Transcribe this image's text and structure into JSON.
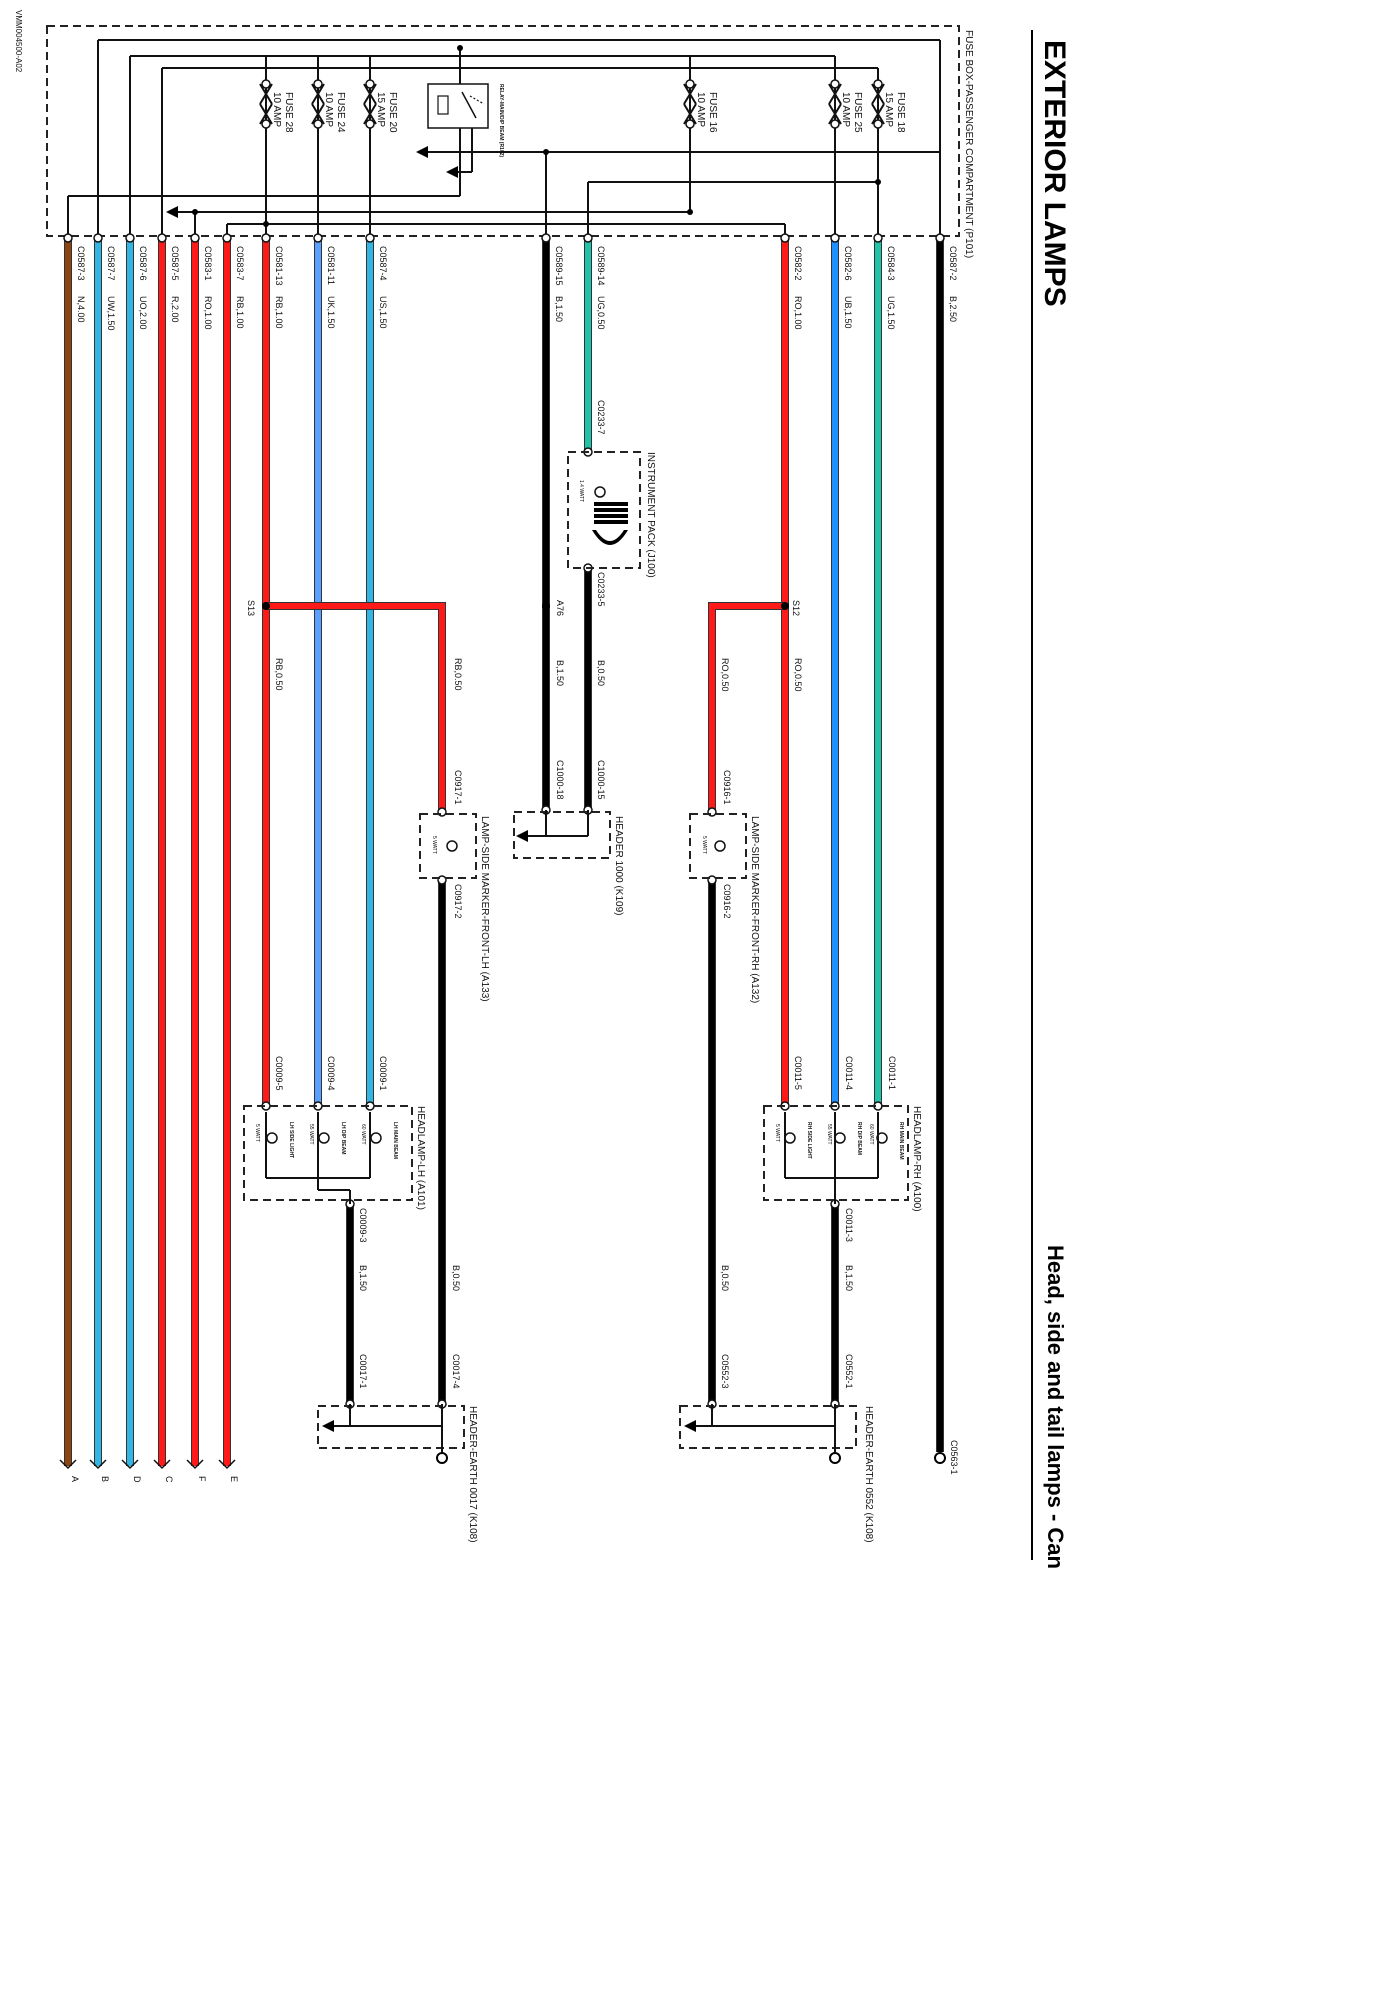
{
  "header": {
    "title": "EXTERIOR LAMPS",
    "subtitle": "Head, side and tail lamps - Canada",
    "drawing_id": "VMM004500-A02"
  },
  "fuse_box": {
    "label": "FUSE BOX-PASSENGER COMPARTMENT (P101)",
    "relay_label": "RELAY-MAIN/DIP BEAM (R102)"
  },
  "fuses": [
    {
      "name": "FUSE 28",
      "rating": "10 AMP"
    },
    {
      "name": "FUSE 24",
      "rating": "10 AMP"
    },
    {
      "name": "FUSE 20",
      "rating": "15 AMP"
    },
    {
      "name": "FUSE 16",
      "rating": "10 AMP"
    },
    {
      "name": "FUSE 25",
      "rating": "10 AMP"
    },
    {
      "name": "FUSE 18",
      "rating": "15 AMP"
    }
  ],
  "wires": [
    {
      "connector": "C0587-3",
      "code": "N,4.00",
      "color": "#8b4513"
    },
    {
      "connector": "C0587-7",
      "code": "UW,1.50",
      "color": "#33b5e5"
    },
    {
      "connector": "C0587-6",
      "code": "UO,2.00",
      "color": "#33b5e5"
    },
    {
      "connector": "C0587-5",
      "code": "R,2.00",
      "color": "#ff1a1a"
    },
    {
      "connector": "C0583-1",
      "code": "RO,1.00",
      "color": "#ff1a1a"
    },
    {
      "connector": "C0583-7",
      "code": "RB,1.00",
      "color": "#ff1a1a"
    },
    {
      "connector": "C0581-13",
      "code": "RB,1.00",
      "color": "#ff1a1a"
    },
    {
      "connector": "C0581-11",
      "code": "UK,1.50",
      "color": "#5aa0ff"
    },
    {
      "connector": "C0587-4",
      "code": "US,1.50",
      "color": "#33b5e5"
    },
    {
      "connector": "C0589-15",
      "code": "B,1.50",
      "color": "#000000"
    },
    {
      "connector": "C0589-14",
      "code": "UG,0.50",
      "color": "#22c3a8"
    },
    {
      "connector": "C0582-2",
      "code": "RO,1.00",
      "color": "#ff1a1a"
    },
    {
      "connector": "C0582-6",
      "code": "UB,1.50",
      "color": "#1e90ff"
    },
    {
      "connector": "C0584-3",
      "code": "UG,1.50",
      "color": "#22c3a8"
    },
    {
      "connector": "C0587-2",
      "code": "B,2.50",
      "color": "#000000"
    }
  ],
  "exits": [
    "A",
    "B",
    "D",
    "C",
    "F",
    "E"
  ],
  "components": {
    "instrument_pack": {
      "label": "INSTRUMENT PACK (J100)",
      "lamp": "1.4 WATT",
      "pin_in": "C0233-7",
      "pin_out": "C0233-5"
    },
    "header_1000": {
      "label": "HEADER 1000 (K109)",
      "pin_a": "C1000-18",
      "pin_b": "C1000-15"
    },
    "marker_lh": {
      "label": "LAMP-SIDE MARKER-FRONT-LH (A133)",
      "lamp": "5 WATT",
      "pin_in": "C0917-1",
      "pin_out": "C0917-2"
    },
    "marker_rh": {
      "label": "LAMP-SIDE MARKER-FRONT-RH (A132)",
      "lamp": "5 WATT",
      "pin_in": "C0916-1",
      "pin_out": "C0916-2"
    },
    "headlamp_lh": {
      "label": "HEADLAMP-LH (A101)",
      "pins": [
        "C0009-5",
        "C0009-4",
        "C0009-1",
        "C0009-3"
      ],
      "lamps": [
        {
          "name": "LH SIDE LIGHT",
          "watt": "5 WATT"
        },
        {
          "name": "LH DIP BEAM",
          "watt": "55 WATT"
        },
        {
          "name": "LH MAIN BEAM",
          "watt": "60 WATT"
        }
      ]
    },
    "headlamp_rh": {
      "label": "HEADLAMP-RH (A100)",
      "pins": [
        "C0011-5",
        "C0011-4",
        "C0011-1",
        "C0011-3"
      ],
      "lamps": [
        {
          "name": "RH SIDE LIGHT",
          "watt": "5 WATT"
        },
        {
          "name": "RH DIP BEAM",
          "watt": "55 WATT"
        },
        {
          "name": "RH MAIN BEAM",
          "watt": "60 WATT"
        }
      ]
    },
    "earth_lh": {
      "label": "HEADER-EARTH 0017 (K108)",
      "pin_a": "C0017-1",
      "pin_b": "C0017-4"
    },
    "earth_rh": {
      "label": "HEADER-EARTH 0552 (K108)",
      "pin_a": "C0552-1",
      "pin_b": "C0552-3"
    },
    "earth_c0563": {
      "label": "C0563-1"
    }
  },
  "splices": [
    {
      "name": "S13",
      "code_a": "RB,0.50",
      "code_b": "RB,0.50"
    },
    {
      "name": "S12",
      "code_a": "RO,0.50",
      "code_b": "RO,0.50"
    },
    {
      "name": "A76"
    }
  ],
  "segment_codes": {
    "marker_lh_out": "B,0.50",
    "headlamp_lh_out": "B,1.50",
    "marker_rh_out": "B,0.50",
    "headlamp_rh_out": "B,1.50",
    "ip_out": "B,0.50",
    "a76_down": "B,1.50"
  },
  "colors": {
    "red": "#ff1a1a",
    "sky": "#33b5e5",
    "cyan_green": "#22c3a8",
    "blue": "#5aa0ff",
    "dark_blue": "#1e90ff",
    "black": "#000000",
    "brown": "#8b4513"
  }
}
